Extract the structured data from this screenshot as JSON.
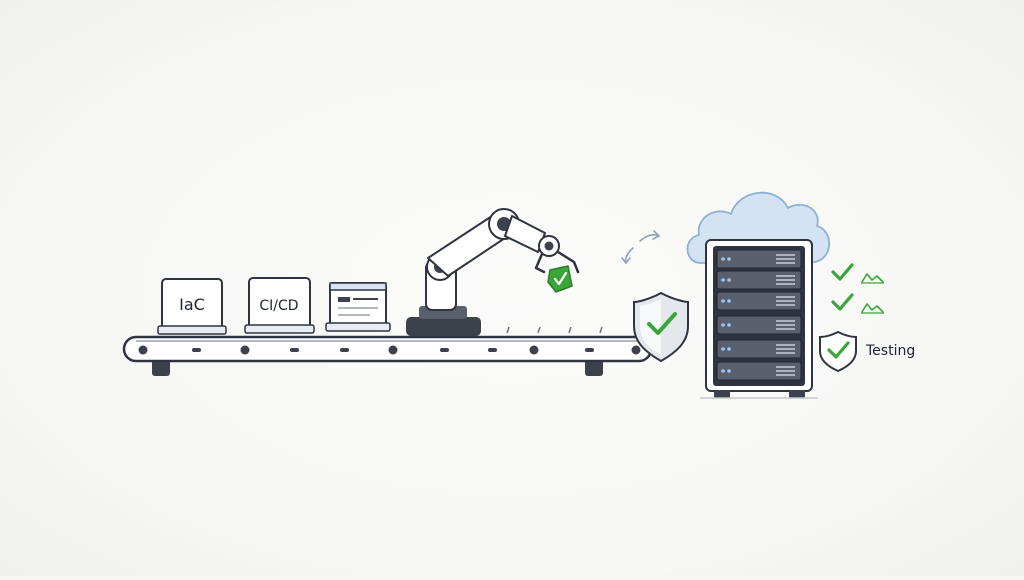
{
  "labels": {
    "iac": "IaC",
    "cicd": "CI/CD",
    "testing": "Testing"
  },
  "icons": {
    "shield": "shield-check-icon",
    "cloud": "cloud-icon",
    "server": "server-rack-icon",
    "robot": "robotic-arm-icon",
    "sync": "sync-arrows-icon"
  },
  "colors": {
    "accent_green": "#3aa63a",
    "outline": "#2f3440",
    "cloud_blue": "#cfe1f2",
    "server_dark": "#3c414b"
  }
}
